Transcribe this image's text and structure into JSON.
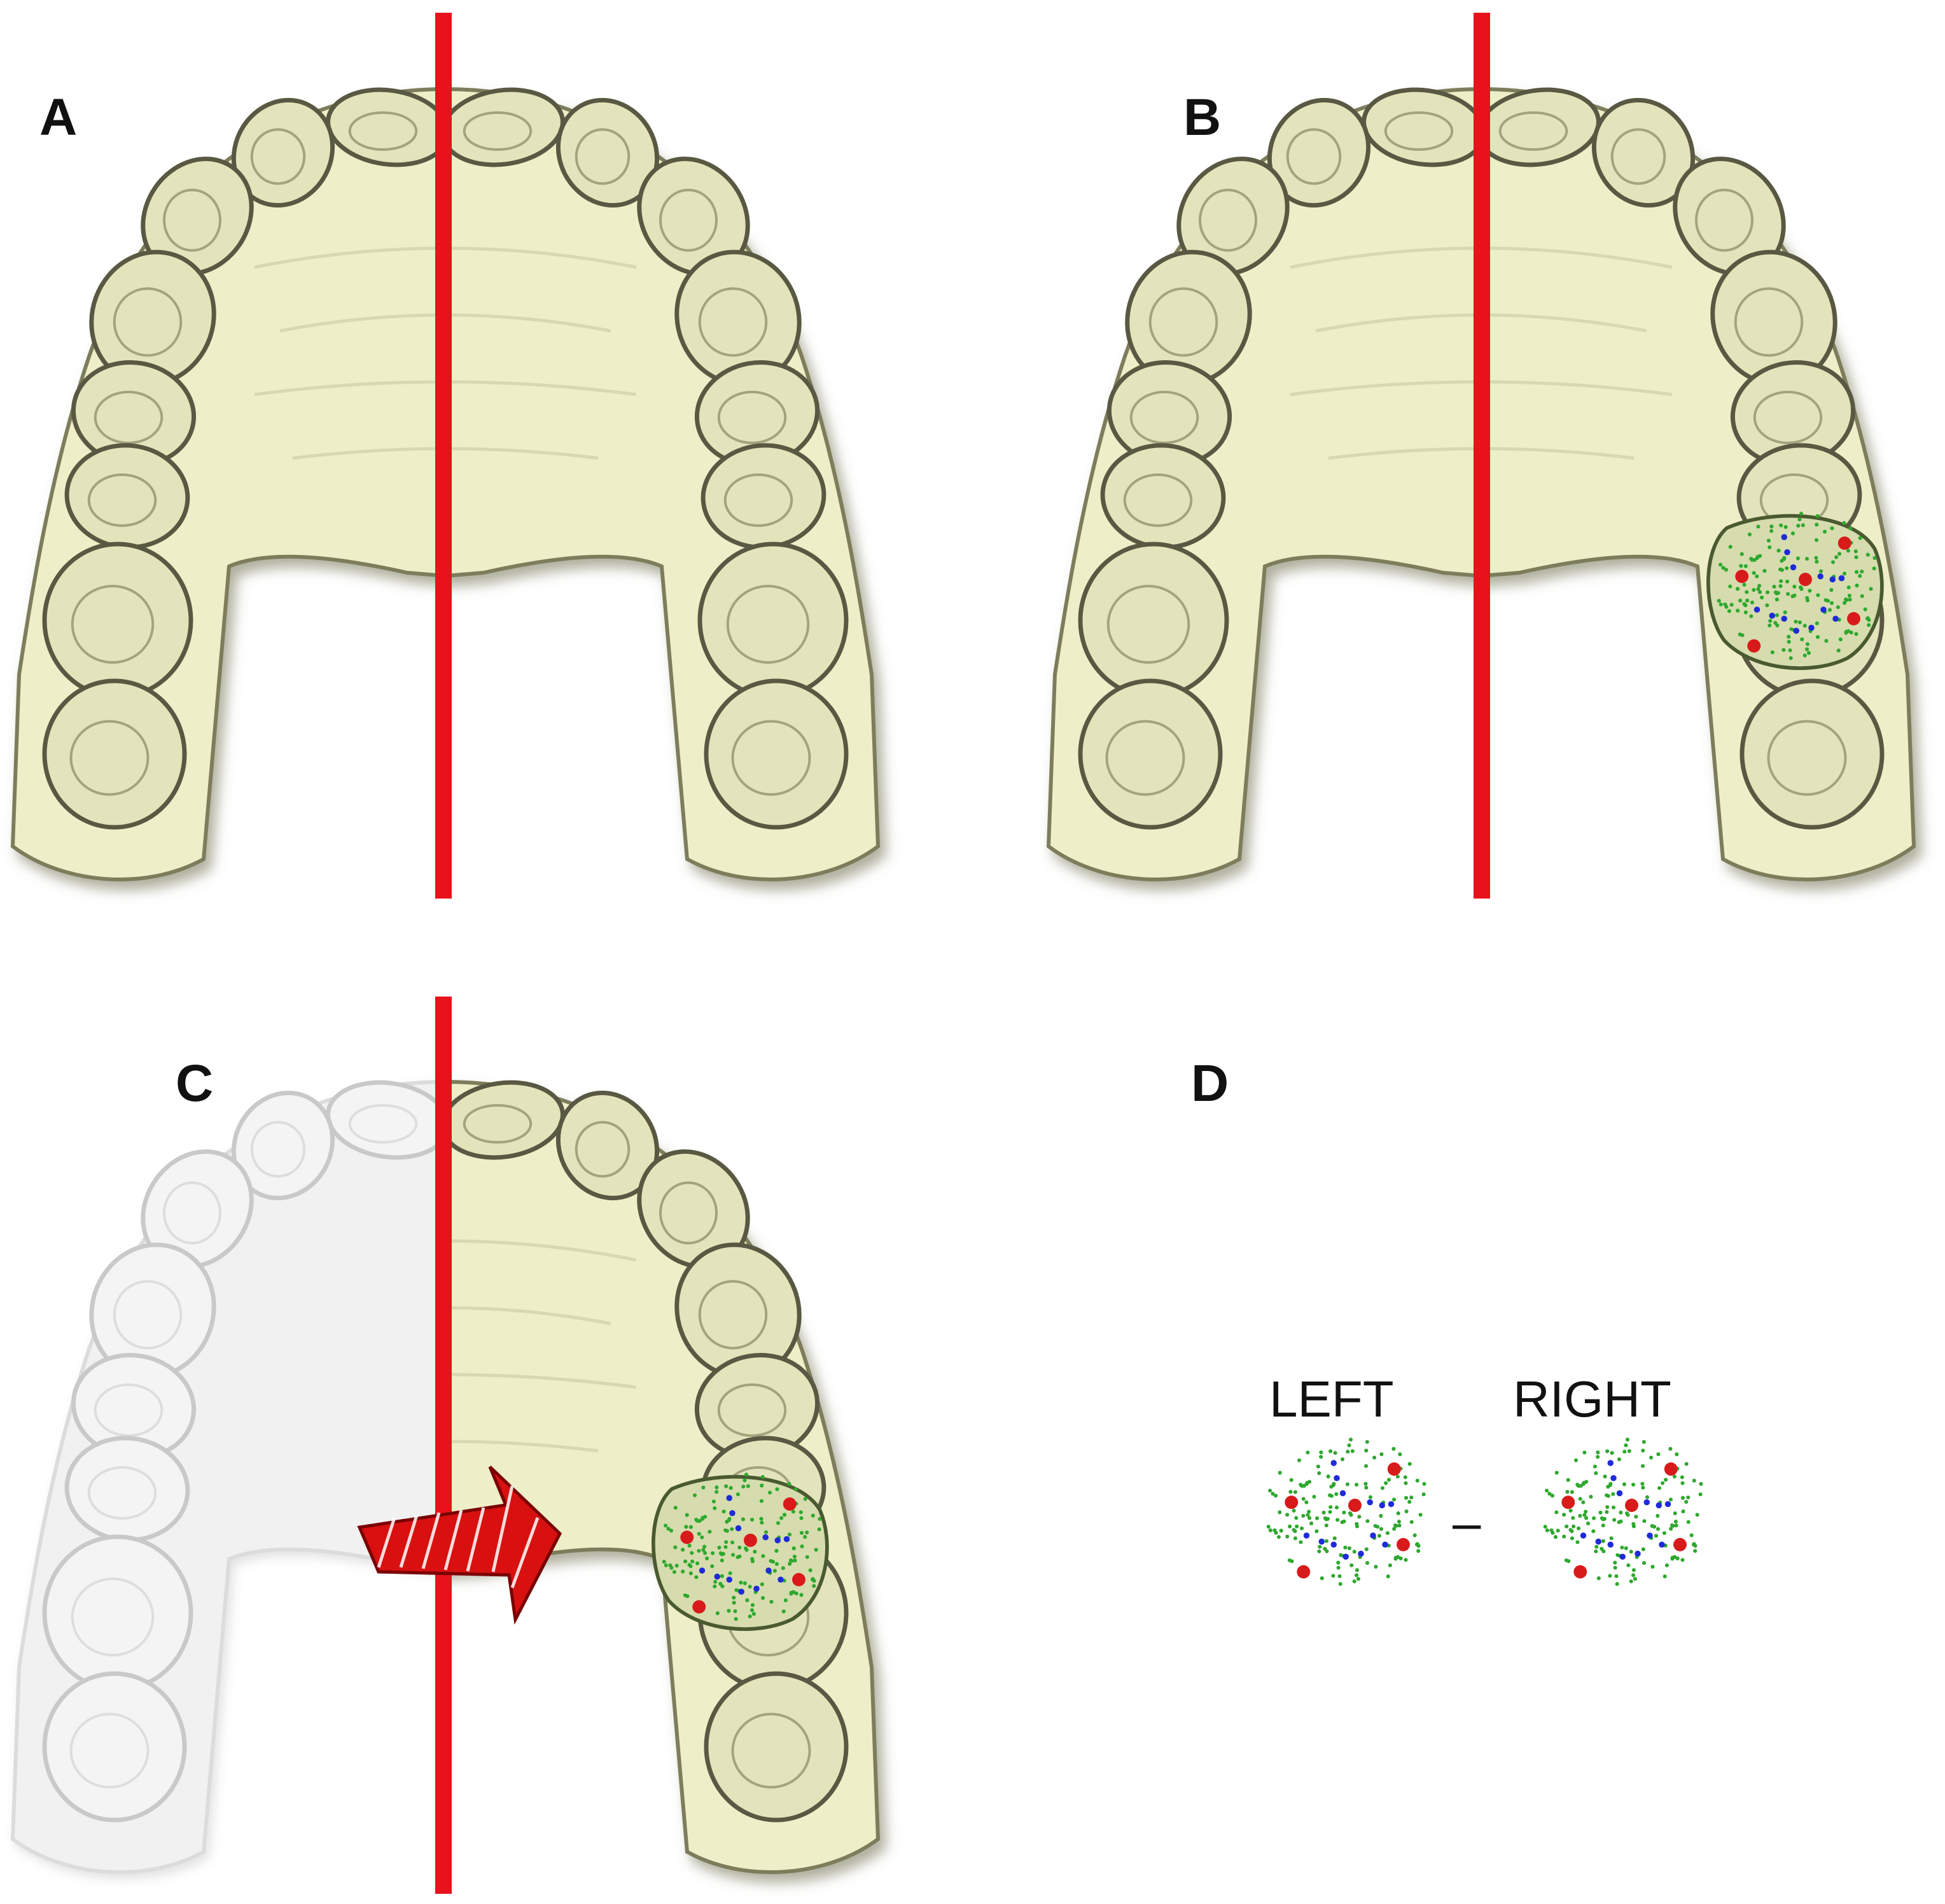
{
  "figure": {
    "panels": [
      {
        "label": "A",
        "midline": true,
        "marked_tooth": false,
        "mirrored": false
      },
      {
        "label": "B",
        "midline": true,
        "marked_tooth": true,
        "mirrored": false
      },
      {
        "label": "C",
        "midline": true,
        "marked_tooth": true,
        "mirrored": true
      },
      {
        "label": "D",
        "midline": false,
        "marked_tooth": false,
        "mirrored": false
      }
    ],
    "comparison": {
      "left_label": "LEFT",
      "right_label": "RIGHT",
      "operator": "–"
    }
  },
  "colors": {
    "model_fill": "#eeeec8",
    "model_shadow": "#7d7d5c",
    "tooth_fill": "#e4e4bc",
    "tooth_edge": "#595943",
    "midline": "#e8121b",
    "landmark_red": "#d91a1a",
    "landmark_blue": "#1e2bd8",
    "landmark_green": "#2ea82e",
    "ghost_fill": "#f1f1f1",
    "ghost_edge": "#c9c9c9",
    "text": "#111111"
  },
  "icons": [
    "mirror-arrow-icon"
  ]
}
